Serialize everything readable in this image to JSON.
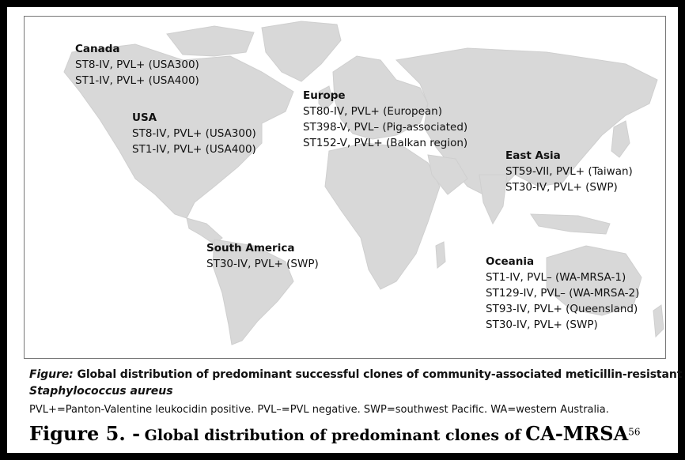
{
  "regions": {
    "canada": {
      "name": "Canada",
      "clones": [
        "ST8-IV, PVL+ (USA300)",
        "ST1-IV, PVL+ (USA400)"
      ]
    },
    "usa": {
      "name": "USA",
      "clones": [
        "ST8-IV, PVL+ (USA300)",
        "ST1-IV, PVL+ (USA400)"
      ]
    },
    "europe": {
      "name": "Europe",
      "clones": [
        "ST80-IV, PVL+ (European)",
        "ST398-V, PVL– (Pig-associated)",
        "ST152-V, PVL+ (Balkan region)"
      ]
    },
    "east_asia": {
      "name": "East Asia",
      "clones": [
        "ST59-VII, PVL+ (Taiwan)",
        "ST30-IV, PVL+ (SWP)"
      ]
    },
    "south_america": {
      "name": "South America",
      "clones": [
        "ST30-IV, PVL+ (SWP)"
      ]
    },
    "oceania": {
      "name": "Oceania",
      "clones": [
        "ST1-IV, PVL– (WA-MRSA-1)",
        "ST129-IV, PVL– (WA-MRSA-2)",
        "ST93-IV, PVL+ (Queensland)",
        "ST30-IV, PVL+ (SWP)"
      ]
    }
  },
  "caption": {
    "label": "Figure:",
    "text_line1": "Global distribution of predominant successful clones of community-associated meticillin-resistant",
    "text_line2": "Staphylococcus aureus"
  },
  "abbreviations": "PVL+=Panton-Valentine leukocidin positive. PVL–=PVL negative. SWP=southwest Pacific. WA=western Australia.",
  "figure_title": {
    "prefix": "Figure 5. -",
    "text_a": "Global distribution of predominant clones of",
    "text_b": "CA-MRSA",
    "ref": "56"
  },
  "colors": {
    "land": "#d8d8d8",
    "frame": "#000000",
    "map_border": "#777777"
  }
}
